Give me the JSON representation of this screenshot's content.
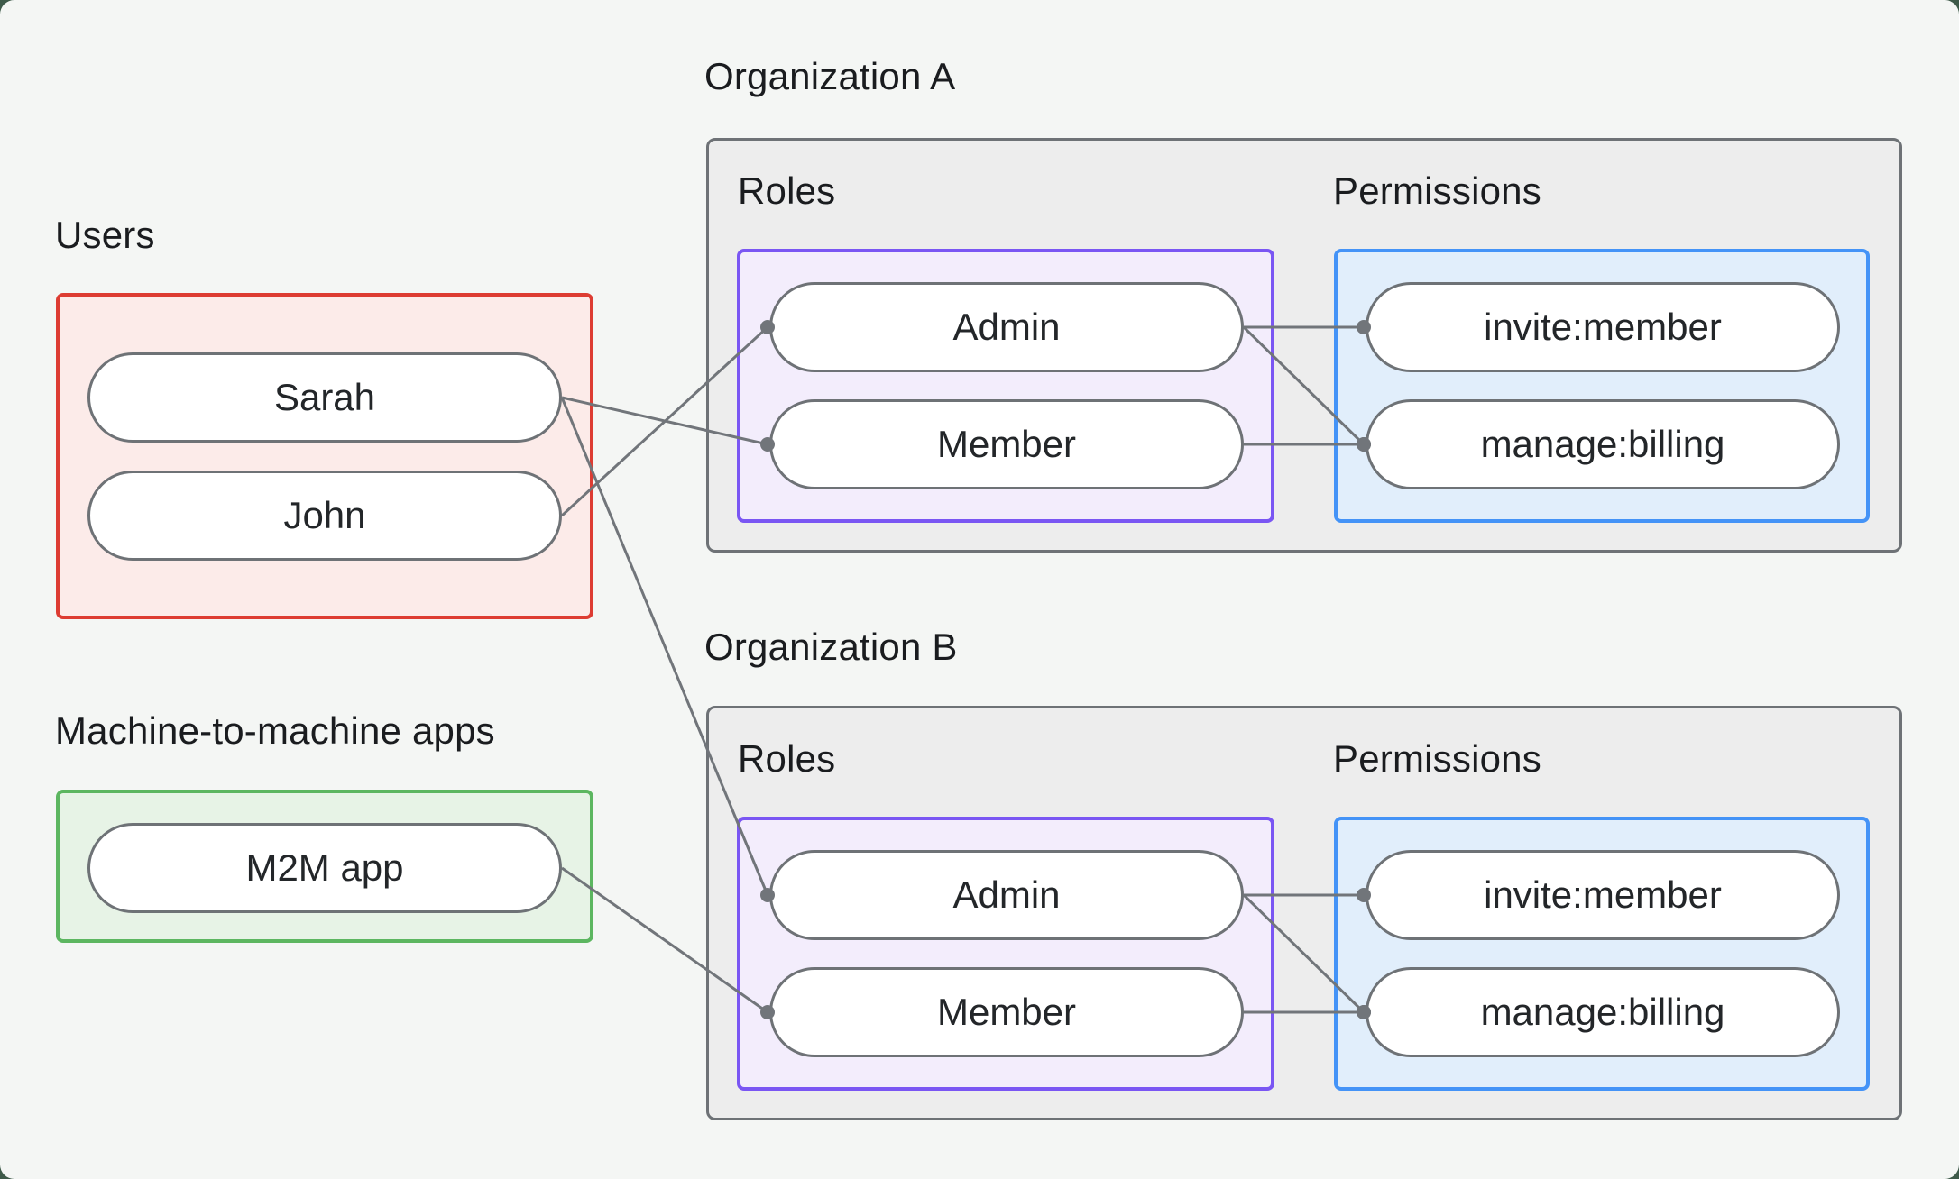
{
  "diagram": {
    "users_section": {
      "title": "Users",
      "items": [
        {
          "id": "sarah",
          "label": "Sarah"
        },
        {
          "id": "john",
          "label": "John"
        }
      ]
    },
    "m2m_section": {
      "title": "Machine-to-machine apps",
      "items": [
        {
          "id": "m2m",
          "label": "M2M app"
        }
      ]
    },
    "organizations": [
      {
        "id": "org_a",
        "title": "Organization A",
        "roles_label": "Roles",
        "permissions_label": "Permissions",
        "roles": [
          {
            "id": "admin",
            "label": "Admin"
          },
          {
            "id": "member",
            "label": "Member"
          }
        ],
        "permissions": [
          {
            "id": "invite",
            "label": "invite:member"
          },
          {
            "id": "manage",
            "label": "manage:billing"
          }
        ]
      },
      {
        "id": "org_b",
        "title": "Organization B",
        "roles_label": "Roles",
        "permissions_label": "Permissions",
        "roles": [
          {
            "id": "admin",
            "label": "Admin"
          },
          {
            "id": "member",
            "label": "Member"
          }
        ],
        "permissions": [
          {
            "id": "invite",
            "label": "invite:member"
          },
          {
            "id": "manage",
            "label": "manage:billing"
          }
        ]
      }
    ],
    "edges": [
      {
        "from": "sarah",
        "to": "org_a.member"
      },
      {
        "from": "john",
        "to": "org_a.admin"
      },
      {
        "from": "sarah",
        "to": "org_b.admin"
      },
      {
        "from": "m2m",
        "to": "org_b.member"
      },
      {
        "from": "org_a.admin",
        "to": "org_a.invite"
      },
      {
        "from": "org_a.admin",
        "to": "org_a.manage"
      },
      {
        "from": "org_a.member",
        "to": "org_a.manage"
      },
      {
        "from": "org_b.admin",
        "to": "org_b.invite"
      },
      {
        "from": "org_b.admin",
        "to": "org_b.manage"
      },
      {
        "from": "org_b.member",
        "to": "org_b.manage"
      }
    ],
    "colors": {
      "canvas_bg": "#f4f6f4",
      "page_bg": "#3e5a49",
      "users_border": "#dd3c32",
      "users_fill": "#fcebe9",
      "m2m_border": "#5cb660",
      "m2m_fill": "#e7f3e6",
      "org_border": "#6e7276",
      "org_fill": "#ededed",
      "roles_border": "#7a56f3",
      "roles_fill": "#f3edfc",
      "permissions_border": "#4493f7",
      "permissions_fill": "#e1eefb",
      "pill_border": "#6e7276",
      "pill_fill": "#ffffff",
      "edge": "#71757a",
      "text": "#1a1c1f"
    }
  }
}
